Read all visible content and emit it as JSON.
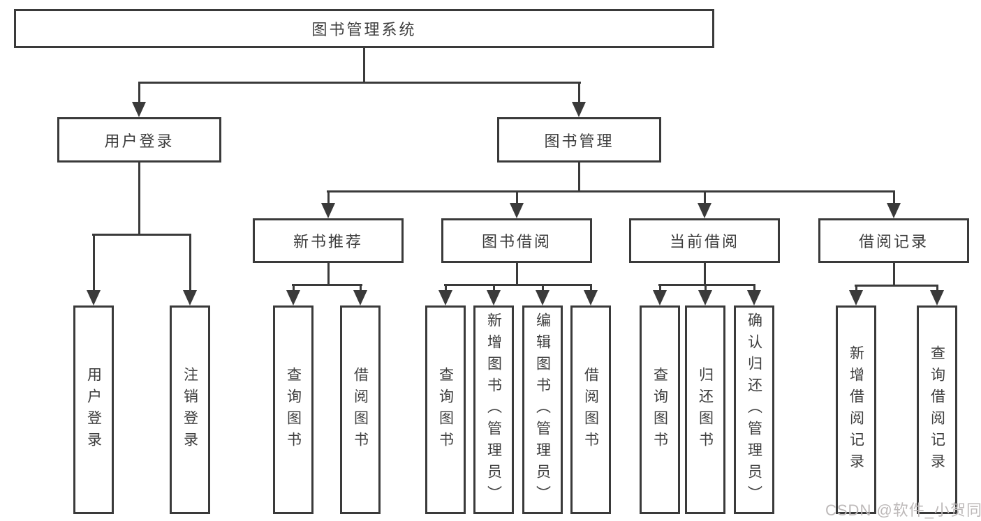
{
  "tree": {
    "root": {
      "label": "图书管理系统"
    },
    "level2": [
      {
        "label": "用户登录"
      },
      {
        "label": "图书管理"
      }
    ],
    "level3": [
      {
        "label": "新书推荐"
      },
      {
        "label": "图书借阅"
      },
      {
        "label": "当前借阅"
      },
      {
        "label": "借阅记录"
      }
    ],
    "leaves": [
      {
        "label": "用户登录"
      },
      {
        "label": "注销登录"
      },
      {
        "label": "查询图书"
      },
      {
        "label": "借阅图书"
      },
      {
        "label": "查询图书"
      },
      {
        "label": "新增图书（管理员）"
      },
      {
        "label": "编辑图书（管理员）"
      },
      {
        "label": "借阅图书"
      },
      {
        "label": "查询图书"
      },
      {
        "label": "归还图书"
      },
      {
        "label": "确认归还（管理员）"
      },
      {
        "label": "新增借阅记录"
      },
      {
        "label": "查询借阅记录"
      }
    ]
  },
  "watermark": {
    "text": "CSDN @软件_小贺同学"
  },
  "colors": {
    "line": "#3a3a3a",
    "text": "#3e3e3e",
    "box_background": "#ffffff",
    "watermark": "#bdb9b9"
  }
}
